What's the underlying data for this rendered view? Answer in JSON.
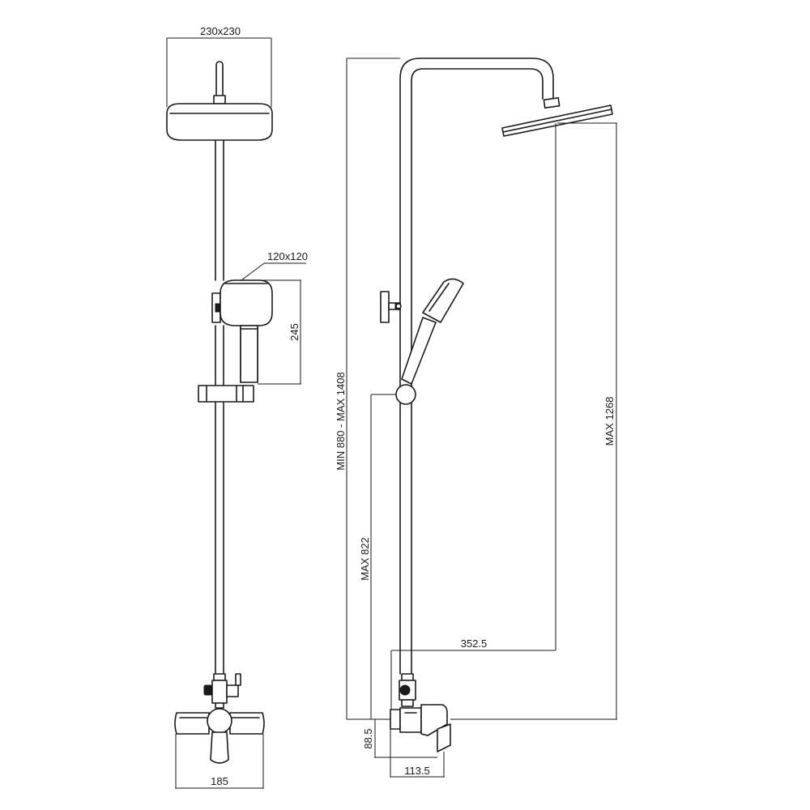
{
  "front_view": {
    "head_size_label": "230x230",
    "hand_shower_size_label": "120x120",
    "hand_shower_height_label": "245",
    "mixer_width_label": "185"
  },
  "side_view": {
    "total_height_label": "MIN 880 - MAX 1408",
    "head_height_label": "MAX 1268",
    "slider_height_label": "MAX 822",
    "reach_label": "352.5",
    "inlet_height_label": "88.5",
    "mixer_depth_label": "113.5"
  },
  "colors": {
    "line": "#1a1a1a",
    "background": "#ffffff"
  }
}
